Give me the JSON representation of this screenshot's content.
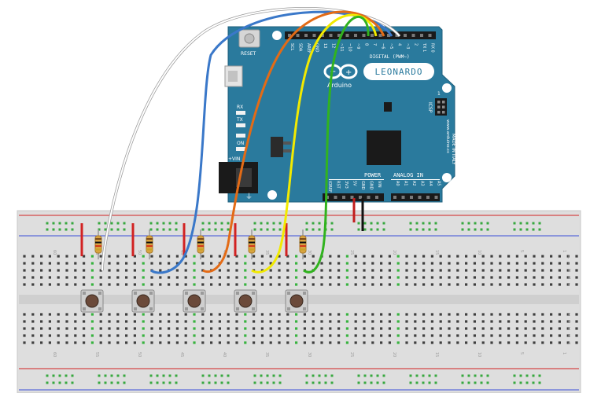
{
  "board": {
    "reset_label": "RESET",
    "digital_label": "DIGITAL (PWM~)",
    "brand": "Arduino",
    "model": "LEONARDO",
    "icsp_label": "ICSP",
    "icsp_pin": "1",
    "website": "www.arduino.cc",
    "made_in": "MADE IN ITALY",
    "power_label": "POWER",
    "analog_label": "ANALOG IN",
    "led_rx": "RX",
    "led_tx": "TX",
    "led_on": "ON",
    "vin_label": "+VIN",
    "top_pins": [
      "SCL",
      "SDA",
      "AREF",
      "GND",
      "13",
      "12",
      "~11",
      "~10",
      "~9",
      "8",
      "7",
      "~6",
      "~5",
      "4",
      "~3",
      "2",
      "TX 1",
      "RX 0"
    ],
    "power_pins": [
      "IOREF",
      "RST",
      "3V3",
      "5V",
      "GND",
      "GND",
      "VIN"
    ],
    "analog_pins": [
      "A0",
      "A1",
      "A2",
      "A3",
      "A4",
      "A5"
    ]
  },
  "breadboard": {
    "column_numbers": [
      "60",
      "55",
      "50",
      "45",
      "40",
      "35",
      "30",
      "25",
      "20",
      "15",
      "10",
      "5",
      "1"
    ],
    "row_letters_top": [
      "J",
      "I",
      "H",
      "G",
      "F"
    ],
    "row_letters_bottom": [
      "E",
      "D",
      "C",
      "B",
      "A"
    ]
  },
  "circuit": {
    "button_count": 5,
    "wire_colors": [
      "#ffffff",
      "#3a78c9",
      "#e36b16",
      "#f2ea00",
      "#31b31f"
    ],
    "rail_red": "#d22222",
    "rail_blue": "#3b4fd8",
    "board_color": "#2a7a9d",
    "resistor_color": "#d9a441"
  }
}
